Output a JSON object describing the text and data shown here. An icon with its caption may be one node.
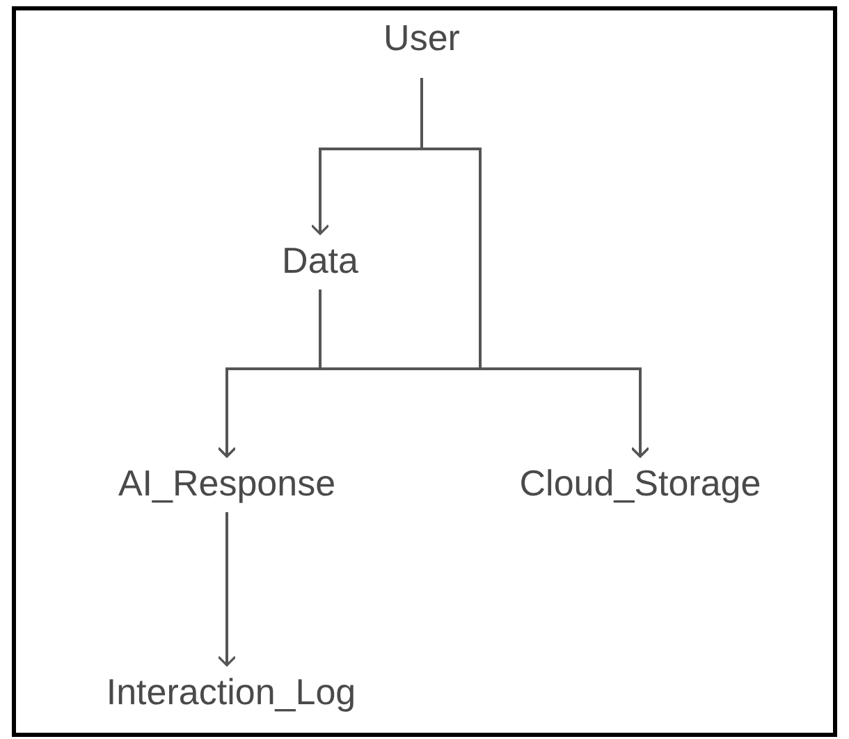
{
  "diagram": {
    "nodes": [
      {
        "text": [
          "User"
        ]
      },
      {
        "text": [
          "Data"
        ]
      },
      {
        "text": [
          "AI_Response"
        ]
      },
      {
        "text": [
          "Cloud_Storage"
        ]
      },
      {
        "text": [
          "Interaction_Log"
        ]
      }
    ],
    "edges": [
      {
        "from": 0,
        "to": 1,
        "arrow": "to"
      },
      {
        "from": 0,
        "to": 2,
        "arrow": "to"
      },
      {
        "from": 0,
        "to": 3,
        "arrow": "to"
      },
      {
        "from": 1,
        "to": 2,
        "arrow": "to"
      },
      {
        "from": 1,
        "to": 3,
        "arrow": "to"
      },
      {
        "from": 2,
        "to": 4,
        "arrow": "to"
      }
    ]
  }
}
